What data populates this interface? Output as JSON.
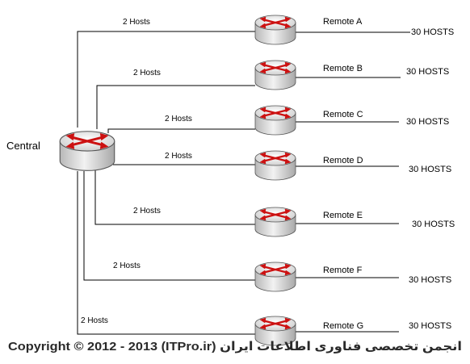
{
  "central": {
    "label": "Central"
  },
  "remotes": [
    {
      "name": "Remote A",
      "link_label": "2 Hosts",
      "lan_label": "30 HOSTS"
    },
    {
      "name": "Remote B",
      "link_label": "2 Hosts",
      "lan_label": "30 HOSTS"
    },
    {
      "name": "Remote C",
      "link_label": "2 Hosts",
      "lan_label": "30 HOSTS"
    },
    {
      "name": "Remote D",
      "link_label": "2 Hosts",
      "lan_label": "30 HOSTS"
    },
    {
      "name": "Remote E",
      "link_label": "2 Hosts",
      "lan_label": "30 HOSTS"
    },
    {
      "name": "Remote F",
      "link_label": "2 Hosts",
      "lan_label": "30 HOSTS"
    },
    {
      "name": "Remote G",
      "link_label": "2 Hosts",
      "lan_label": "30 HOSTS"
    }
  ],
  "footer": {
    "watermark": "Copyright © 2012 - 2013 (ITPro.ir) انجمن تخصصی فناوری اطلاعات ایران"
  },
  "colors": {
    "router_body": "#e6e6e6",
    "router_arrow": "#cc1111"
  }
}
